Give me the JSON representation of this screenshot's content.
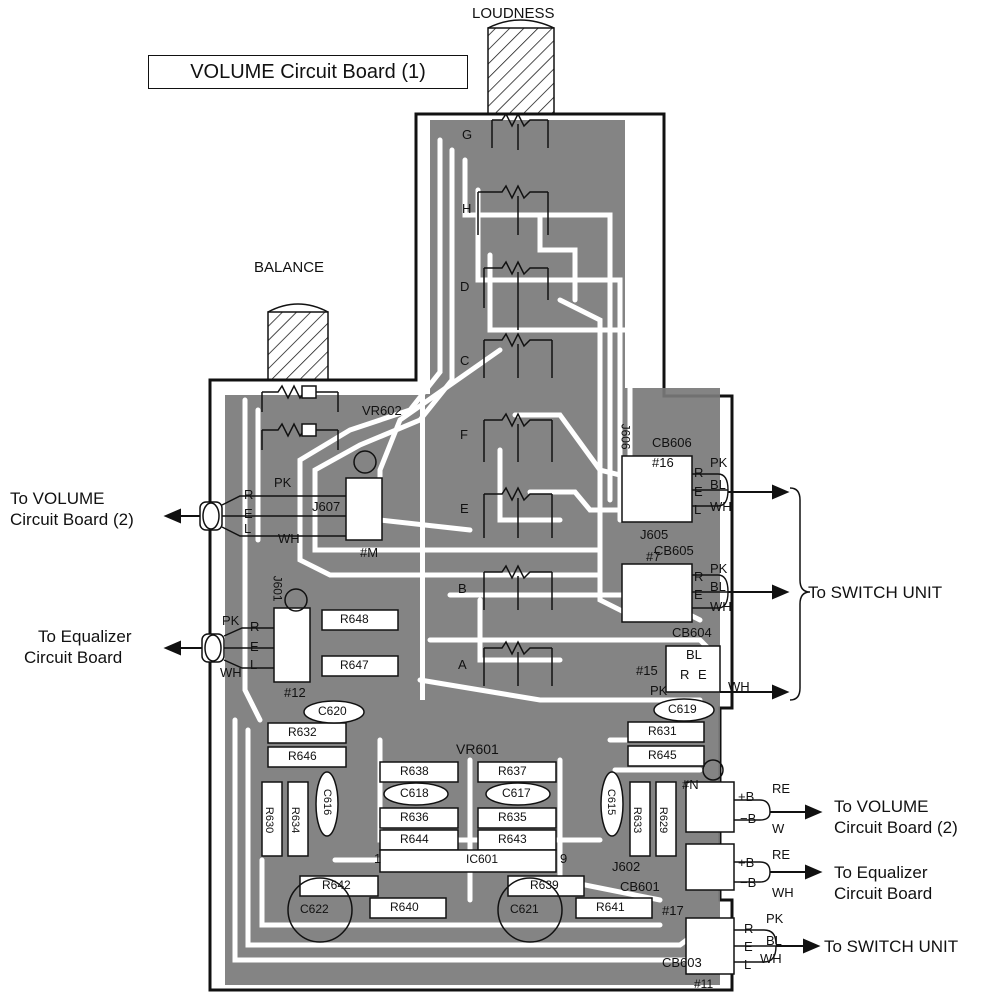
{
  "title": "VOLUME Circuit Board (1)",
  "controls": {
    "loudness": "LOUDNESS",
    "balance": "BALANCE"
  },
  "connections": {
    "left_top_to": "To VOLUME",
    "left_top_board": "Circuit Board (2)",
    "left_bottom_to": "To  Equalizer",
    "left_bottom_board": "Circuit Board",
    "switch_unit_mid": "To SWITCH UNIT",
    "right_volume_to": "To VOLUME",
    "right_volume_board": "Circuit Board (2)",
    "right_eq_to": "To Equalizer",
    "right_eq_board": "Circuit Board",
    "switch_unit_bottom": "To SWITCH UNIT"
  },
  "wire_labels": {
    "R": "R",
    "E": "E",
    "L": "L",
    "PK": "PK",
    "WH": "WH",
    "BL": "BL",
    "RE": "RE",
    "W": "W",
    "plusB": "+B",
    "minusB": "−B"
  },
  "slider_taps": [
    "G",
    "H",
    "D",
    "C",
    "F",
    "E",
    "B",
    "A"
  ],
  "components": {
    "vr602": "VR602",
    "vr601": "VR601",
    "j607": "J607",
    "j601": "J601",
    "j606": "J606",
    "j605": "J605",
    "j602": "J602",
    "cb606": "CB606",
    "cb605": "CB605",
    "cb604": "CB604",
    "cb601": "CB601",
    "cb603": "CB603",
    "m": "#M",
    "n": "#N",
    "n16": "#16",
    "n7": "#7",
    "n15": "#15",
    "n12": "#12",
    "n17": "#17",
    "n11": "#11",
    "r648": "R648",
    "r647": "R647",
    "r632": "R632",
    "r646": "R646",
    "r630": "R630",
    "r634": "R634",
    "r638": "R638",
    "r637": "R637",
    "r636": "R636",
    "r635": "R635",
    "r644": "R644",
    "r643": "R643",
    "r631": "R631",
    "r645": "R645",
    "r633": "R633",
    "r629": "R629",
    "r642": "R642",
    "r640": "R640",
    "r639": "R639",
    "r641": "R641",
    "c620": "C620",
    "c619": "C619",
    "c618": "C618",
    "c617": "C617",
    "c616": "C616",
    "c615": "C615",
    "c622": "C622",
    "c621": "C621",
    "ic601": "IC601",
    "pin1": "1",
    "pin9": "9"
  }
}
